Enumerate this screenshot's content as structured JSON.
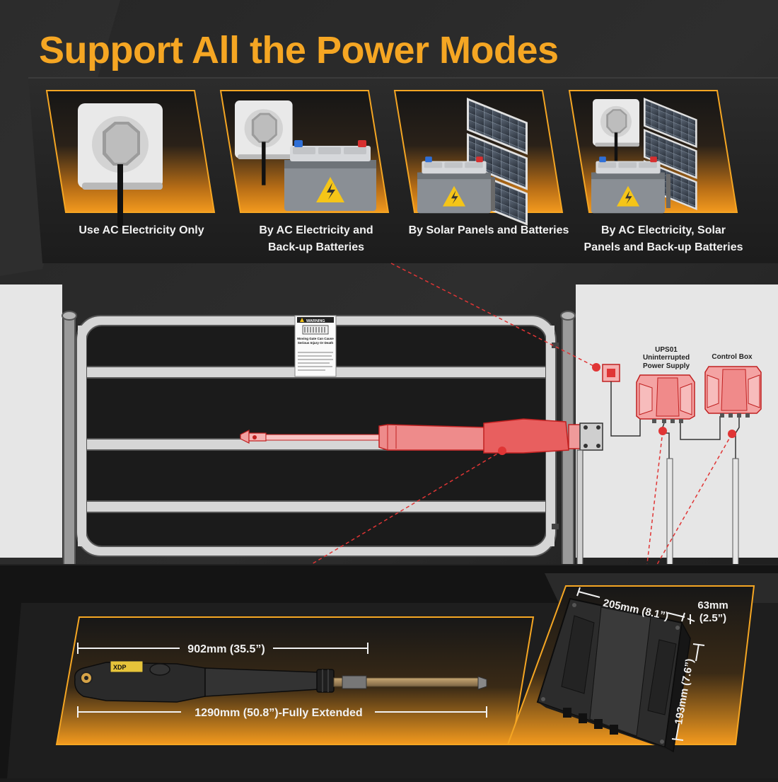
{
  "title": "Support All the Power Modes",
  "colors": {
    "accent": "#f5a623",
    "highlight_red": "#e03535",
    "panel_dark": "#1f1f1f",
    "wall": "#e6e6e6"
  },
  "modes": [
    {
      "label_line1": "Use AC Electricity Only",
      "label_line2": "",
      "icons": [
        "outlet-icon"
      ]
    },
    {
      "label_line1": "By AC Electricity and",
      "label_line2": "Back-up Batteries",
      "icons": [
        "outlet-icon",
        "battery-icon"
      ]
    },
    {
      "label_line1": "By Solar Panels and Batteries",
      "label_line2": "",
      "icons": [
        "battery-icon",
        "solar-panel-icon"
      ]
    },
    {
      "label_line1": "By AC Electricity, Solar",
      "label_line2": "Panels and Back-up Batteries",
      "icons": [
        "outlet-icon",
        "battery-icon",
        "solar-panel-icon"
      ]
    }
  ],
  "gate": {
    "warning_sign": {
      "header": "WARNING",
      "headline": "Moving Gate Can Cause Serious Injury Or Death"
    },
    "ups_label": "UPS01",
    "ups_name": "Uninterrupted Power Supply",
    "control_box_label": "Control Box"
  },
  "opener": {
    "brand_badge": "XDP",
    "dim_retracted": "902mm (35.5”)",
    "dim_extended": "1290mm (50.8”)-Fully Extended"
  },
  "control_box": {
    "dim_width": "205mm (8.1”)",
    "dim_depth_line1": "63mm",
    "dim_depth_line2": "(2.5”)",
    "dim_height": "193mm (7.6”)"
  }
}
